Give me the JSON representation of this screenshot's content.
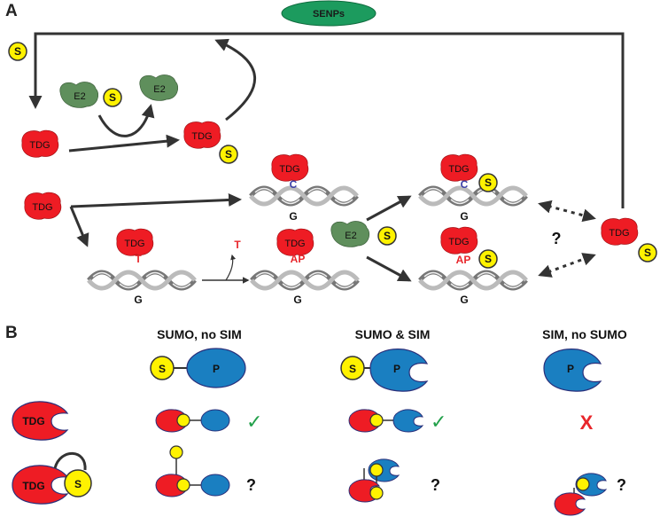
{
  "panels": {
    "a": "A",
    "b": "B"
  },
  "labels": {
    "senps": "SENPs",
    "sumo": "S",
    "tdg": "TDG",
    "e2": "E2",
    "base_c": "C",
    "base_g": "G",
    "base_t": "T",
    "ap": "AP",
    "question": "?",
    "protein": "P"
  },
  "panel_b": {
    "columns": [
      "SUMO, no SIM",
      "SUMO & SIM",
      "SIM, no SUMO"
    ],
    "check": "✓",
    "cross": "X"
  },
  "colors": {
    "tdg": "#ee1c24",
    "sumo": "#fff200",
    "e2": "#5f8f5c",
    "senps": "#1c9b5e",
    "protein": "#1a7fc1",
    "check": "#22a04a"
  }
}
